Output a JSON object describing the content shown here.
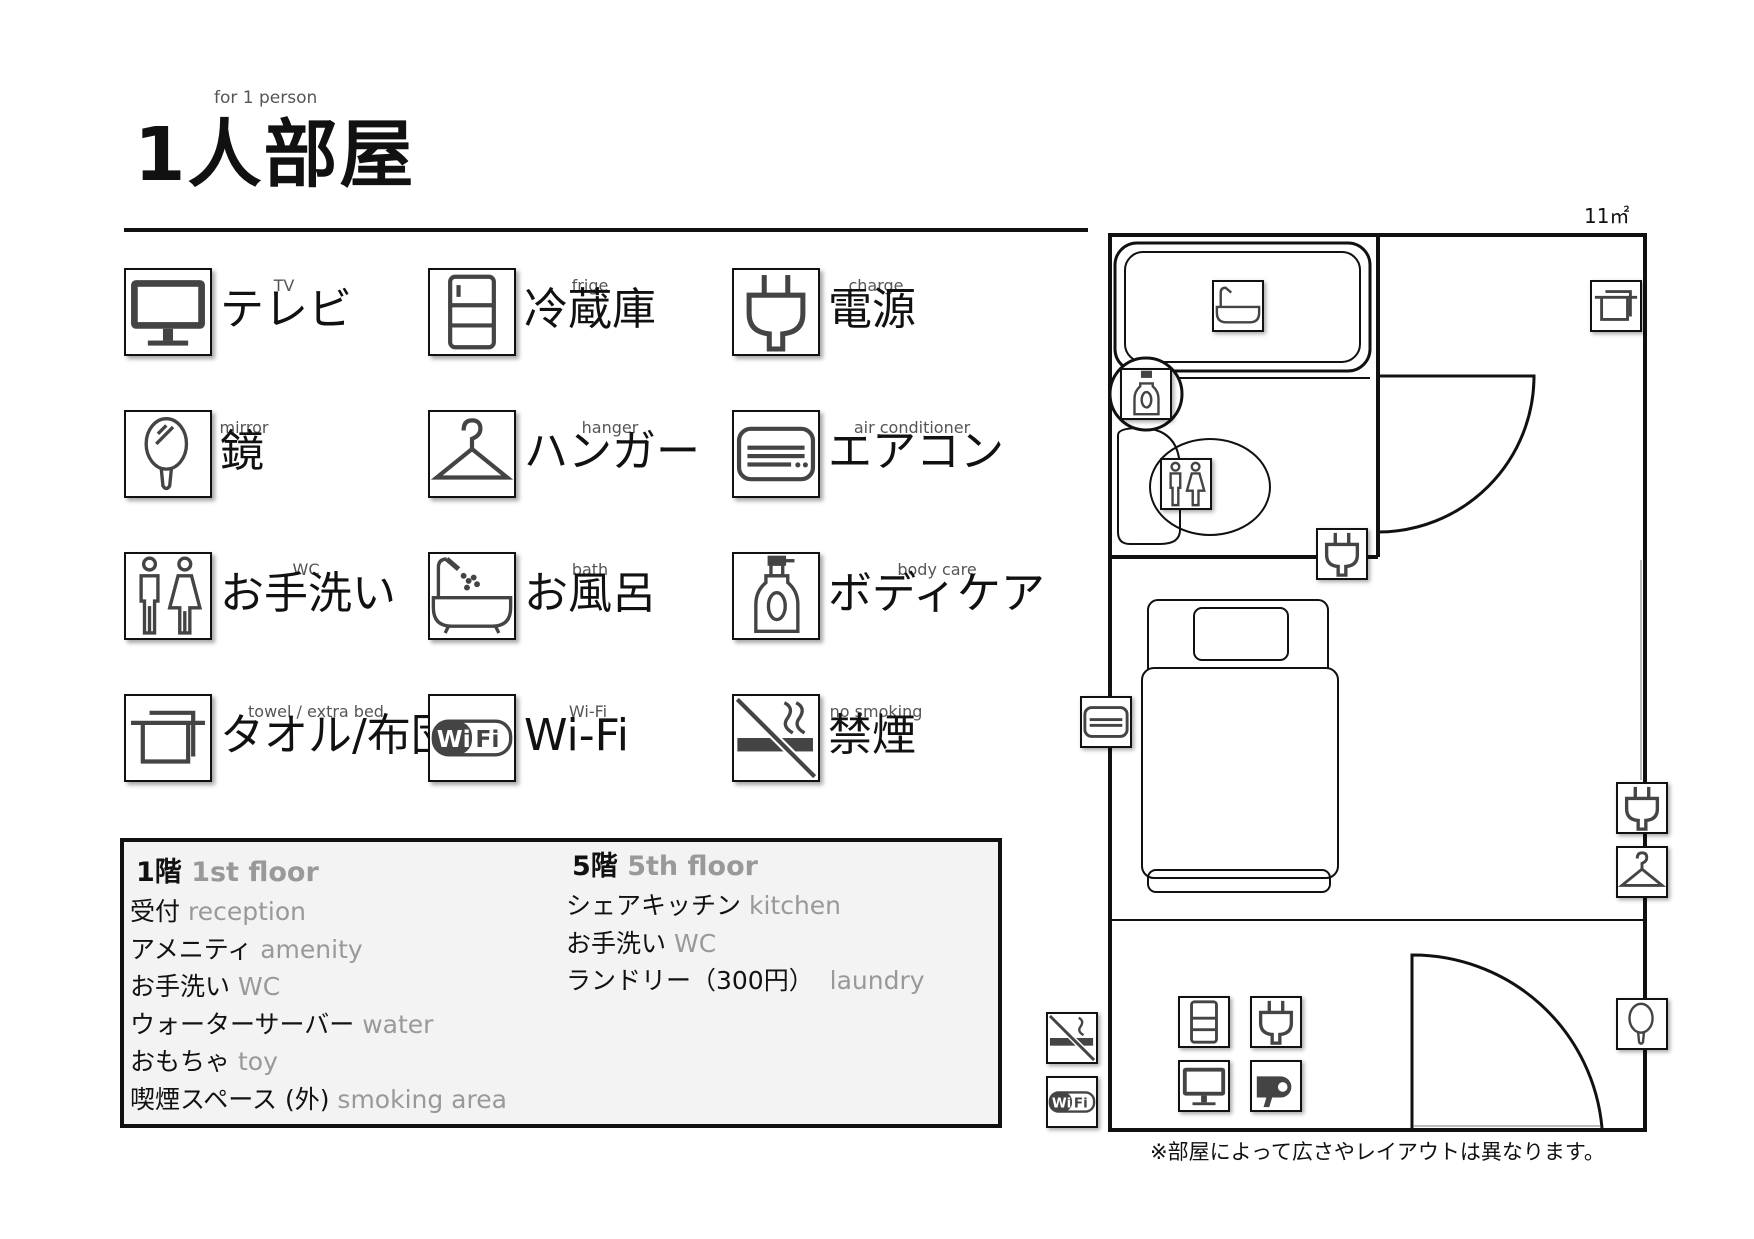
{
  "header": {
    "subtitle": "for 1 person",
    "title": "1人部屋"
  },
  "amenities": [
    {
      "en": "TV",
      "ja": "テレビ",
      "icon": "tv-icon"
    },
    {
      "en": "frige",
      "ja": "冷蔵庫",
      "icon": "fridge-icon"
    },
    {
      "en": "charge",
      "ja": "電源",
      "icon": "plug-icon"
    },
    {
      "en": "mirror",
      "ja": "鏡",
      "icon": "mirror-icon"
    },
    {
      "en": "hanger",
      "ja": "ハンガー",
      "icon": "hanger-icon"
    },
    {
      "en": "air conditioner",
      "ja": "エアコン",
      "icon": "air-conditioner-icon"
    },
    {
      "en": "WC",
      "ja": "お手洗い",
      "icon": "restroom-icon"
    },
    {
      "en": "bath",
      "ja": "お風呂",
      "icon": "bathtub-icon"
    },
    {
      "en": "body care",
      "ja": "ボディケア",
      "icon": "body-care-bottle-icon"
    },
    {
      "en": "towel / extra bed",
      "ja": "タオル/布団",
      "icon": "towel-icon"
    },
    {
      "en": "Wi-Fi",
      "ja": "Wi-Fi",
      "icon": "wifi-icon"
    },
    {
      "en": "no smoking",
      "ja": "禁煙",
      "icon": "no-smoking-icon"
    }
  ],
  "floors": {
    "first": {
      "ja": "1階",
      "en": "1st floor",
      "items": [
        {
          "ja": "受付",
          "en": "reception"
        },
        {
          "ja": "アメニティ",
          "en": "amenity"
        },
        {
          "ja": "お手洗い",
          "en": "WC"
        },
        {
          "ja": "ウォーターサーバー",
          "en": "water"
        },
        {
          "ja": "おもちゃ",
          "en": "toy"
        },
        {
          "ja": "喫煙スペース (外)",
          "en": "smoking area"
        }
      ]
    },
    "fifth": {
      "ja": "5階",
      "en": "5th floor",
      "items": [
        {
          "ja": "シェアキッチン",
          "en": "kitchen"
        },
        {
          "ja": "お手洗い",
          "en": "WC"
        },
        {
          "ja": "ランドリー（300円）",
          "en": "laundry"
        }
      ]
    }
  },
  "plan": {
    "area": "11㎡",
    "note": "※部屋によって広さやレイアウトは異なります。"
  }
}
